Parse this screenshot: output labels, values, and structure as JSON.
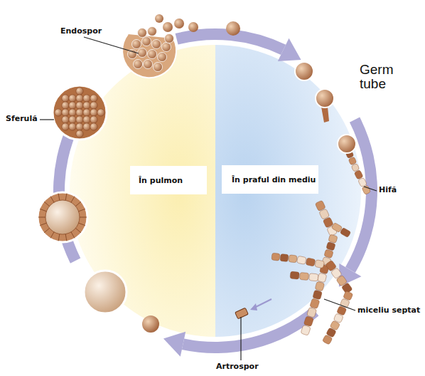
{
  "diagram": {
    "nodes": [
      {
        "text": [
          "În pulmon"
        ]
      },
      {
        "text": [
          "În praful din mediu"
        ]
      }
    ],
    "labels": [
      "Endospor",
      "Germ tube",
      "Sferulă",
      "Hifă",
      "miceliu septat",
      "Artrospor"
    ]
  }
}
